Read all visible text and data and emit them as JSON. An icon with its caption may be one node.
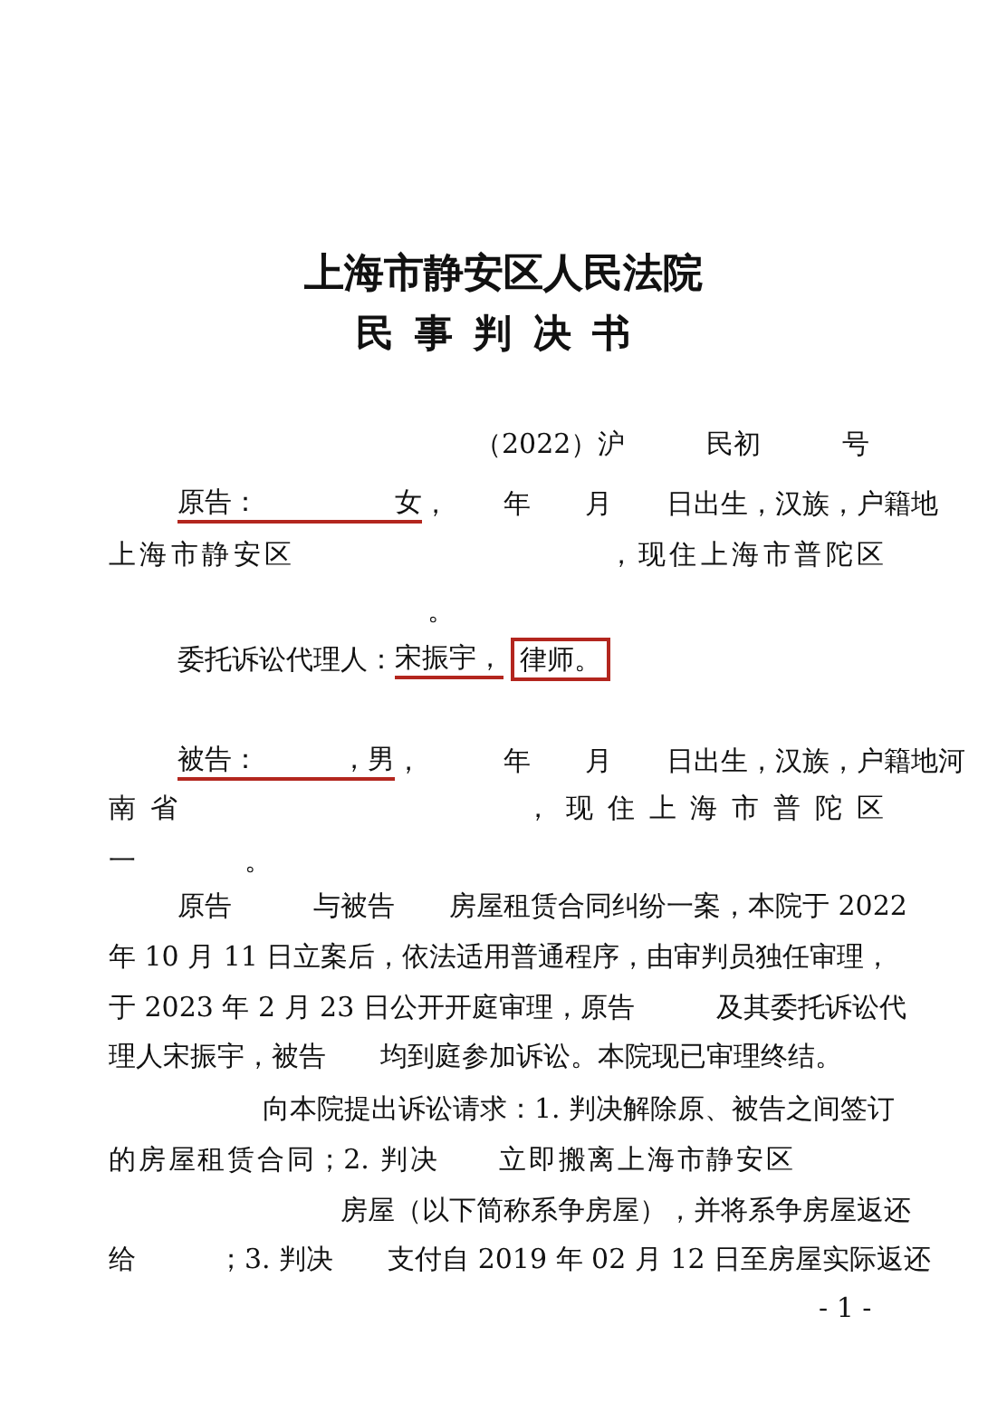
{
  "diagram": {
    "title": "上海市静安区人民法院",
    "nodes": [
      {
        "text": [
          "律师。"
        ]
      }
    ],
    "edges": [],
    "labels": [
      "民事判决书",
      "（2022）沪　　　民初　　　号",
      "原告：　　　　　女",
      "，　　年　　月　　日出生，汉族，户籍地",
      "上海市静安区　　　　　　　　　　，现住上海市普陀区",
      "。",
      "委托诉讼代理人：",
      "宋振宇，",
      "被告：　　　，男",
      "，　　　年　　月　　日出生，汉族，户籍地河",
      "南省　　　　　　　　，现住上海市普陀区",
      "一　　　　。",
      "原告　　　与被告　　房屋租赁合同纠纷一案，本院于 2022",
      "年 10 月 11 日立案后，依法适用普通程序，由审判员独任审理，",
      "于 2023 年 2 月 23 日公开开庭审理，原告　　　及其委托诉讼代",
      "理人宋振宇，被告　　均到庭参加诉讼。本院现已审理终结。",
      "向本院提出诉讼请求：1. 判决解除原、被告之间签订",
      "的房屋租赁合同；2. 判决　　立即搬离上海市静安区",
      "房屋（以下简称系争房屋），并将系争房屋返还",
      "给　　　；3. 判决　　支付自 2019 年 02 月 12 日至房屋实际返还",
      "- 1 -"
    ]
  }
}
